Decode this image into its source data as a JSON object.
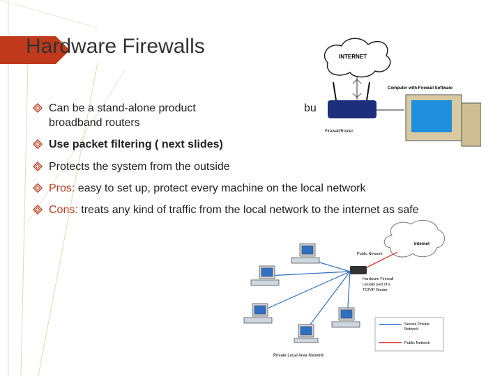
{
  "slide": {
    "title": "Hardware Firewalls",
    "bullets": [
      {
        "line1": "Can be a stand-alone product",
        "line1_tail": "bu",
        "line2": "broadband routers"
      },
      {
        "text": "Use packet filtering ( next slides)"
      },
      {
        "text": "Protects the system from the outside"
      },
      {
        "label": "Pros:",
        "text": " easy to set up, protect every machine on the local network"
      },
      {
        "label": "Cons:",
        "text": " treats any kind of traffic from the local network to the internet as safe"
      }
    ]
  },
  "figure_top": {
    "internet": "INTERNET",
    "computer": "Computer with Firewall Software",
    "router": "Firewall/Router"
  },
  "figure_bottom": {
    "internet": "Internet",
    "public_network": "Public Network",
    "firewall_line1": "Hardware Firewall",
    "firewall_line2": "Usually part of a",
    "firewall_line3": "TCP/IP Router",
    "lan": "Private Local Area Network",
    "legend_secure_1": "Secure Private",
    "legend_secure_2": "Network",
    "legend_public": "Public Network"
  },
  "colors": {
    "accent": "#c0391c",
    "secure": "#2f6fc4",
    "public": "#d21f1f"
  }
}
